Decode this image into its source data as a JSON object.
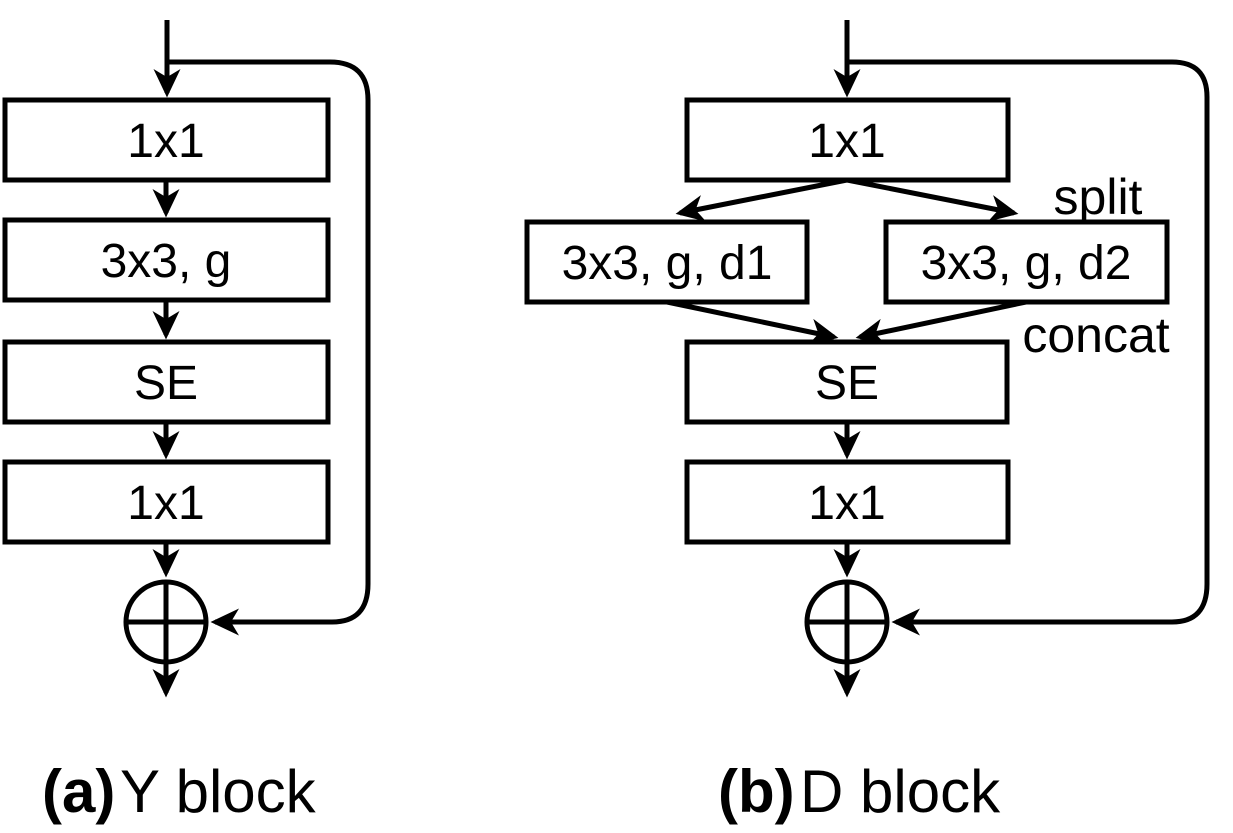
{
  "figure": {
    "background": "#ffffff",
    "stroke_color": "#000000",
    "diagram_a": {
      "caption_bold": "(a)",
      "caption_rest": "Y block",
      "box_conv1": "1x1",
      "box_conv3x3": "3x3, g",
      "box_se": "SE",
      "box_conv2": "1x1"
    },
    "diagram_b": {
      "caption_bold": "(b)",
      "caption_rest": "D block",
      "box_conv1": "1x1",
      "label_split": "split",
      "box_branch1": "3x3, g, d1",
      "box_branch2": "3x3, g, d2",
      "label_concat": "concat",
      "box_se": "SE",
      "box_conv2": "1x1"
    }
  }
}
